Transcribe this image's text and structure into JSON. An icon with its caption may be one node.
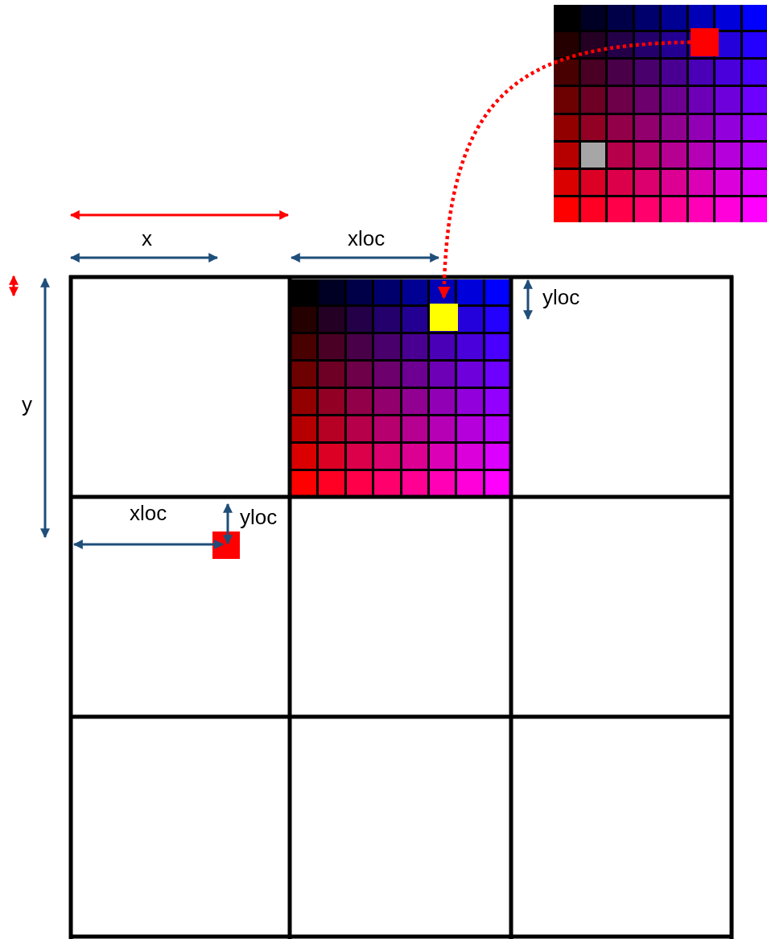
{
  "diagram": {
    "nodes": [
      {
        "text": [],
        "shape": "box"
      },
      {
        "text": [],
        "shape": "box"
      }
    ],
    "edges": [
      {
        "from": 0,
        "to": 1,
        "arrow": "to",
        "style": "dashed",
        "color": "#ff0000"
      }
    ],
    "labels": [
      "x",
      "xloc",
      "yloc",
      "y",
      "xloc",
      "yloc"
    ]
  }
}
